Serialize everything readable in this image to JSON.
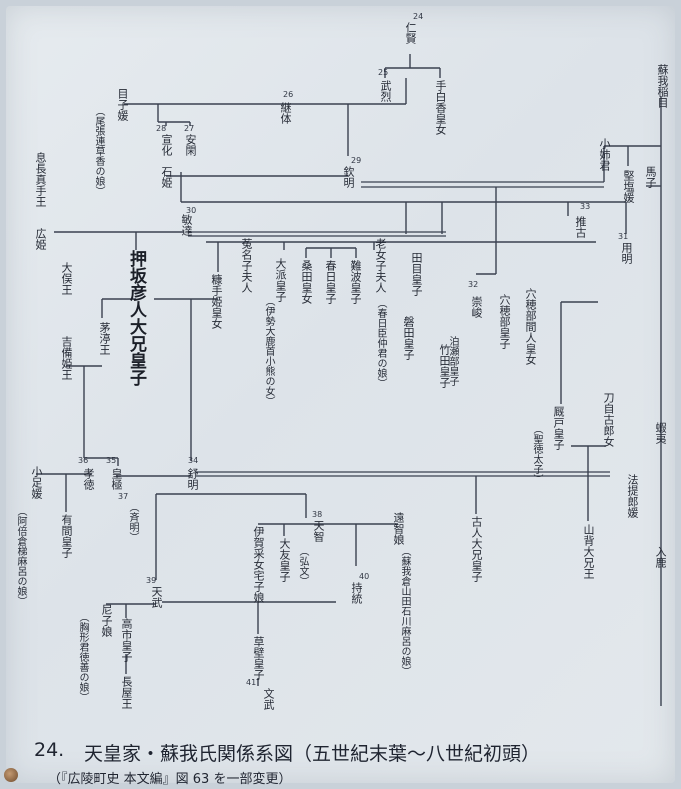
{
  "caption": {
    "number": "24.",
    "title": "天皇家・蘇我氏関係系図（五世紀末葉～八世紀初頭）",
    "source": "（『広陵町史 本文編』図 63 を一部変更）"
  },
  "emperor_numbers": [
    "24",
    "25",
    "26",
    "27",
    "28",
    "29",
    "30",
    "31",
    "32",
    "33",
    "34",
    "35",
    "36",
    "37",
    "38",
    "39",
    "40",
    "41"
  ],
  "persons": [
    {
      "key": "ninken",
      "name": "仁賢"
    },
    {
      "key": "buretsu",
      "name": "武烈"
    },
    {
      "key": "tashiraka",
      "name": "手白香皇女"
    },
    {
      "key": "keitai",
      "name": "継体"
    },
    {
      "key": "menoko",
      "name": "目子媛"
    },
    {
      "key": "owari",
      "name": "（尾張連草香の娘）"
    },
    {
      "key": "ankan",
      "name": "安閑"
    },
    {
      "key": "senka",
      "name": "宣化"
    },
    {
      "key": "ishihime",
      "name": "石姫"
    },
    {
      "key": "kinmei",
      "name": "欽明"
    },
    {
      "key": "okinaga",
      "name": "息長真手王"
    },
    {
      "key": "hiro",
      "name": "広姫"
    },
    {
      "key": "bidatsu",
      "name": "敏達"
    },
    {
      "key": "oshisaka",
      "name": "押坂彦人大兄皇子"
    },
    {
      "key": "nukate",
      "name": "糠手姫皇女"
    },
    {
      "key": "ominako",
      "name": "菟名子夫人"
    },
    {
      "key": "ominako_p",
      "name": "（伊勢大鹿首小熊の女）"
    },
    {
      "key": "otomo",
      "name": "大派皇子"
    },
    {
      "key": "kuwata",
      "name": "桑田皇女"
    },
    {
      "key": "kasuga",
      "name": "春日皇子"
    },
    {
      "key": "naniwa",
      "name": "難波皇子"
    },
    {
      "key": "oominako",
      "name": "老女子夫人"
    },
    {
      "key": "oominako_p",
      "name": "（春日臣仲君の娘）"
    },
    {
      "key": "umayado_ta",
      "name": "田目皇子"
    },
    {
      "key": "mutsu",
      "name": "穴穂部皇子"
    },
    {
      "key": "anahobe_hashi",
      "name": "穴穂部間人皇女"
    },
    {
      "key": "sushun",
      "name": "崇峻"
    },
    {
      "key": "hatsusebe",
      "name": "泊瀬部皇子"
    },
    {
      "key": "takeda",
      "name": "竹田皇子"
    },
    {
      "key": "iwata",
      "name": "磐田皇子"
    },
    {
      "key": "soga_iname",
      "name": "蘇我稲目"
    },
    {
      "key": "oanekimi",
      "name": "小姉君"
    },
    {
      "key": "kitashi",
      "name": "堅塩媛"
    },
    {
      "key": "umako",
      "name": "馬子"
    },
    {
      "key": "suiko",
      "name": "推古"
    },
    {
      "key": "yomei",
      "name": "用明"
    },
    {
      "key": "shotoku",
      "name": "厩戸皇子"
    },
    {
      "key": "shotoku_p",
      "name": "（聖徳太子）"
    },
    {
      "key": "tojiko",
      "name": "刀自古郎女"
    },
    {
      "key": "yamashiro",
      "name": "山背大兄王"
    },
    {
      "key": "hotegojo",
      "name": "法提郎媛"
    },
    {
      "key": "emishi",
      "name": "蝦夷"
    },
    {
      "key": "iruka",
      "name": "入鹿"
    },
    {
      "key": "jomei",
      "name": "舒明"
    },
    {
      "key": "kogyoku",
      "name": "皇極"
    },
    {
      "key": "saimei",
      "name": "（斉明）"
    },
    {
      "key": "kotoku",
      "name": "孝徳"
    },
    {
      "key": "chinu",
      "name": "茅渟王"
    },
    {
      "key": "kibi",
      "name": "吉備姫王"
    },
    {
      "key": "oomata",
      "name": "大俣王"
    },
    {
      "key": "arima",
      "name": "有間皇子"
    },
    {
      "key": "otarashi",
      "name": "小足媛"
    },
    {
      "key": "otarashi_p",
      "name": "（阿倍倉梯麻呂の娘）"
    },
    {
      "key": "furuhito",
      "name": "古人大兄皇子"
    },
    {
      "key": "tenji",
      "name": "天智"
    },
    {
      "key": "ochi",
      "name": "遠智娘"
    },
    {
      "key": "ochi_p",
      "name": "（蘇我倉山田石川麻呂の娘）"
    },
    {
      "key": "iga",
      "name": "伊賀采女宅子娘"
    },
    {
      "key": "otomo_k",
      "name": "大友皇子"
    },
    {
      "key": "kobun",
      "name": "（弘文）"
    },
    {
      "key": "jito",
      "name": "持統"
    },
    {
      "key": "tenmu",
      "name": "天武"
    },
    {
      "key": "kusakabe",
      "name": "草壁皇子"
    },
    {
      "key": "monmu",
      "name": "文武"
    },
    {
      "key": "takechi",
      "name": "高市皇子"
    },
    {
      "key": "nagaya",
      "name": "長屋王"
    },
    {
      "key": "kanemaro",
      "name": "尼子娘"
    },
    {
      "key": "kanemaro_p",
      "name": "（胸形君徳善の娘）"
    }
  ]
}
